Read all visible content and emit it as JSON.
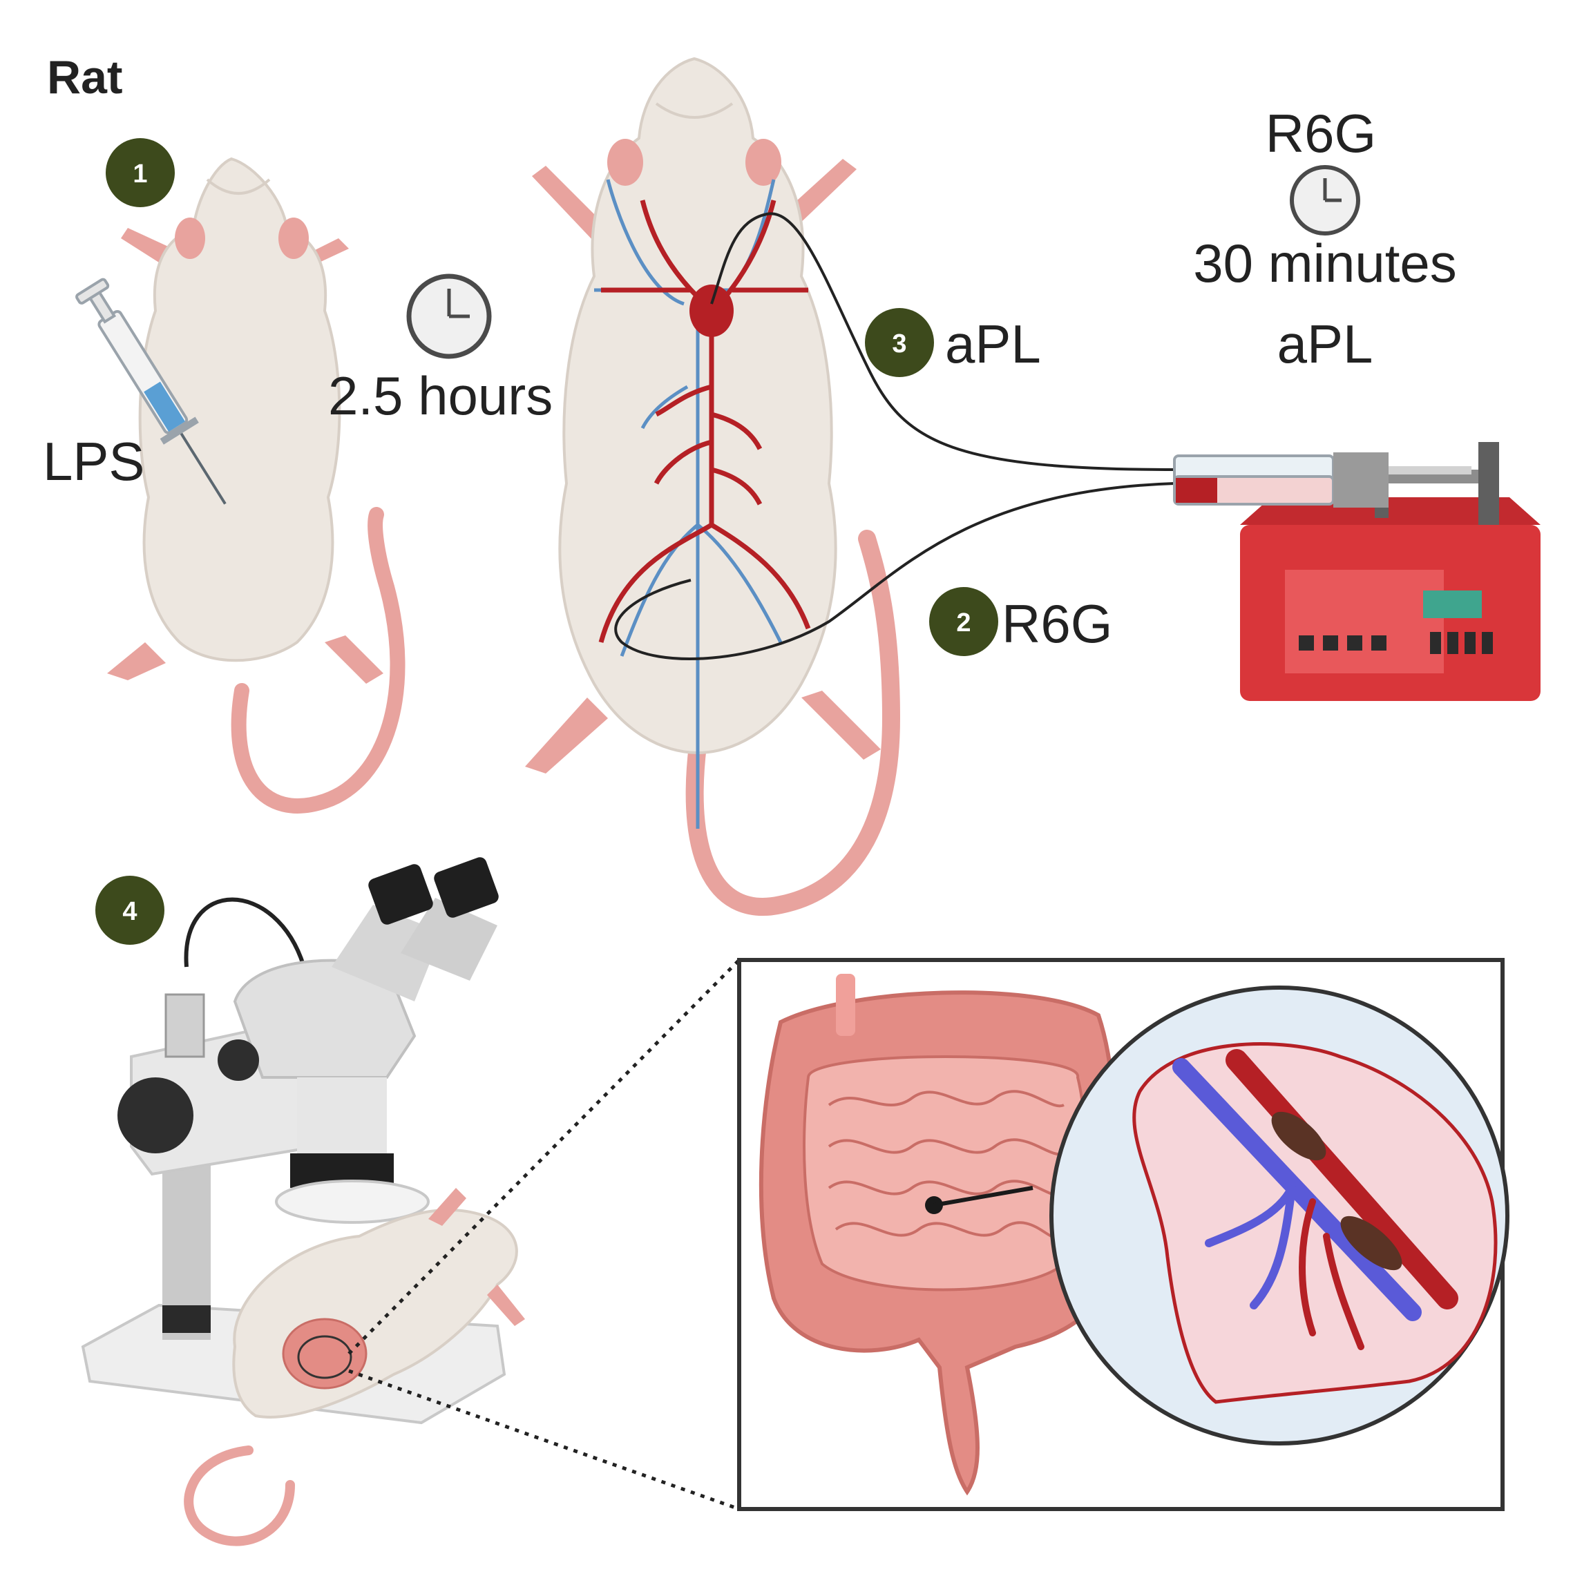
{
  "title": "Rat",
  "steps": [
    {
      "num": "1"
    },
    {
      "num": "2",
      "label": "R6G"
    },
    {
      "num": "3",
      "label": "aPL"
    },
    {
      "num": "4"
    }
  ],
  "labels": {
    "lps": "LPS",
    "wait": "2.5 hours",
    "pump_top": "R6G",
    "pump_duration": "30 minutes",
    "pump_bottom": "aPL"
  },
  "colors": {
    "step_badge": "#3d4a1c",
    "body": "#ede7e0",
    "skin_pink": "#e8a39e",
    "artery": "#b52025",
    "vein": "#5b8fc4",
    "pump": "#d9363a",
    "intestine": "#e38c85",
    "inset_bg": "#e2ecf5"
  },
  "icons": [
    "clock-icon",
    "syringe-icon",
    "syringe-pump-icon",
    "microscope-icon",
    "intestine-icon",
    "vessel-zoom-icon"
  ]
}
